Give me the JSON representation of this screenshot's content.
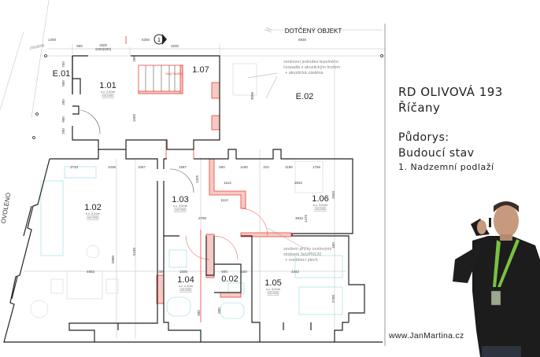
{
  "title": {
    "project": "RD OLIVOVÁ 193",
    "town": "Říčany",
    "drawing": "Půdorys:",
    "state": "Budoucí stav",
    "floor": "1. Nadzemní podlaží"
  },
  "website": "www.JanMartina.cz",
  "plan": {
    "neighbour_label": "DOTČENÝ OBJEKT",
    "street_label": "OVOLENO",
    "sidewalk_label": "chodník",
    "section_marker": "1",
    "stair_label": "16x(170x280)",
    "rooms": [
      {
        "id": "E.01"
      },
      {
        "id": "1.01",
        "height": "s.v. 2,40m",
        "level": "±0,000"
      },
      {
        "id": "1.07"
      },
      {
        "id": "E.02"
      },
      {
        "id": "1.02",
        "height": "s.v. 3,54m",
        "level": "±0,000"
      },
      {
        "id": "1.03",
        "height": "s.v. 3,54m",
        "level": "±0,000"
      },
      {
        "id": "1.06",
        "height": "s.v. 3,54m",
        "level": "±0,000"
      },
      {
        "id": "1.04",
        "height": "s.v. 2,30m",
        "level": "±0,000"
      },
      {
        "id": "0.02"
      },
      {
        "id": "1.05",
        "height": "s.v. 3,54m",
        "level": "±0,000"
      }
    ],
    "notes": [
      [
        "venkovní jednotka tepelného",
        "čerpadla s akustickým krytem",
        "+ akustická zástěna"
      ],
      [
        "zesílení příčky ocelovými",
        "stojkami 3xUPN120",
        "+ rozdělecí plech"
      ]
    ],
    "dimensions": [
      "1400",
      "5250",
      "5830",
      "550",
      "1500",
      "1500(500)",
      "3200",
      "300",
      "3000",
      "750",
      "600",
      "350",
      "900",
      "200",
      "1650",
      "1713",
      "1036",
      "1057",
      "1587",
      "500",
      "1190",
      "310",
      "1190",
      "1756",
      "1113",
      "3832",
      "1113",
      "2790",
      "3832",
      "1325",
      "1475",
      "2650",
      "4653",
      "1500",
      "3442",
      "5880",
      "5180",
      "2700",
      "450",
      "300",
      "900",
      "600",
      "600",
      "150"
    ]
  },
  "colors": {
    "wall": "#222222",
    "new_construction": "#e8423a",
    "furniture": "#7fd6dc",
    "lanyard": "#7bc043"
  }
}
